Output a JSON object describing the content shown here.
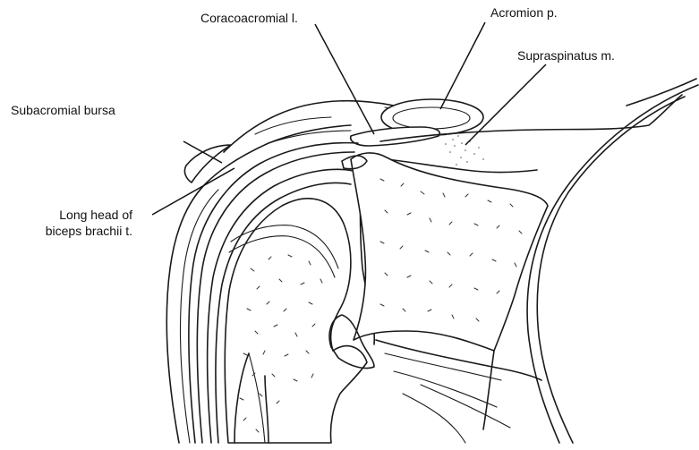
{
  "labels": {
    "coracoacromial": "Coracoacromial l.",
    "acromion": "Acromion p.",
    "supraspinatus": "Supraspinatus m.",
    "subacromial_bursa": "Subacromial bursa",
    "biceps_line1": "Long head of",
    "biceps_line2": "biceps brachii t."
  },
  "colors": {
    "ink": "#1a1a1a",
    "background": "#ffffff"
  }
}
